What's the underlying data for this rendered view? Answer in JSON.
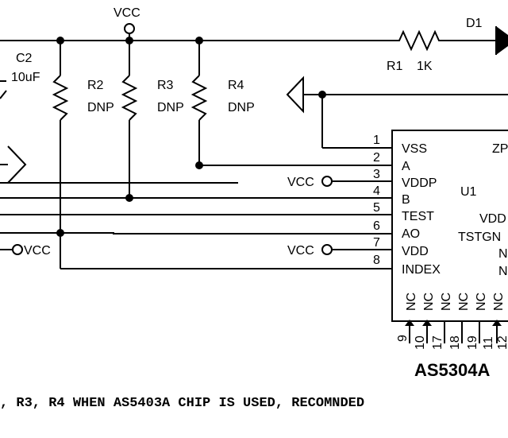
{
  "power": {
    "vcc_top": "VCC",
    "vcc_pin3": "VCC",
    "vcc_pin7": "VCC",
    "vcc_left": "VCC"
  },
  "components": {
    "d1": "D1",
    "r1": "R1",
    "r1_value": "1K",
    "c2": "C2",
    "c2_value": "10uF",
    "r2": "R2",
    "r2_value": "DNP",
    "r3": "R3",
    "r3_value": "DNP",
    "r4": "R4",
    "r4_value": "DNP"
  },
  "chip": {
    "ref": "U1",
    "name": "AS5304A",
    "pin_numbers": [
      "1",
      "2",
      "3",
      "4",
      "5",
      "6",
      "7",
      "8"
    ],
    "pin_names": [
      "VSS",
      "A",
      "VDDP",
      "B",
      "TEST",
      "AO",
      "VDD",
      "INDEX"
    ],
    "right_pin_names": [
      "ZP",
      "VDD",
      "TSTGN",
      "N",
      "N"
    ],
    "bottom_pin_labels": [
      "NC",
      "NC",
      "NC",
      "NC",
      "NC",
      "NC"
    ],
    "bottom_pin_numbers": [
      "9",
      "10",
      "17",
      "18",
      "19",
      "11",
      "12"
    ]
  },
  "note_text": ", R3, R4 WHEN AS5403A CHIP IS USED, RECOMNDED"
}
